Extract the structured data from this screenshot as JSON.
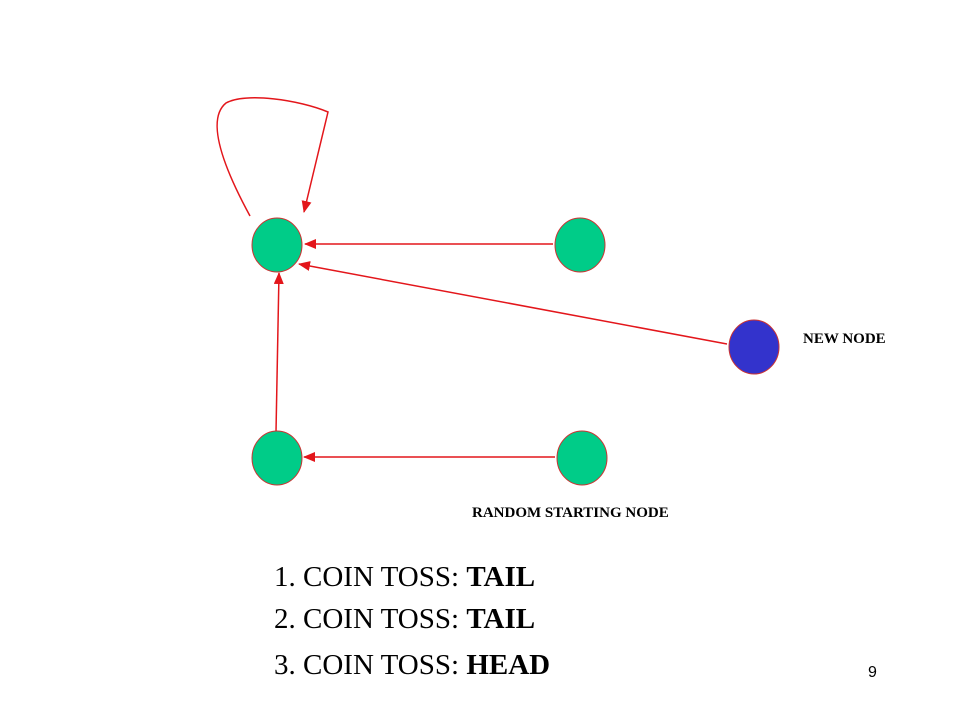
{
  "colors": {
    "edge": "#e3161b",
    "node_fill": "#00cc88",
    "new_node_fill": "#3333cc",
    "node_stroke": "#cc3333"
  },
  "labels": {
    "new_node": "NEW NODE",
    "random_start": "RANDOM STARTING NODE"
  },
  "coin_tosses": [
    {
      "prefix": "1. COIN TOSS: ",
      "result": "TAIL"
    },
    {
      "prefix": "2. COIN TOSS: ",
      "result": "TAIL"
    },
    {
      "prefix": "3. COIN TOSS: ",
      "result": "HEAD"
    }
  ],
  "page_number": "9"
}
